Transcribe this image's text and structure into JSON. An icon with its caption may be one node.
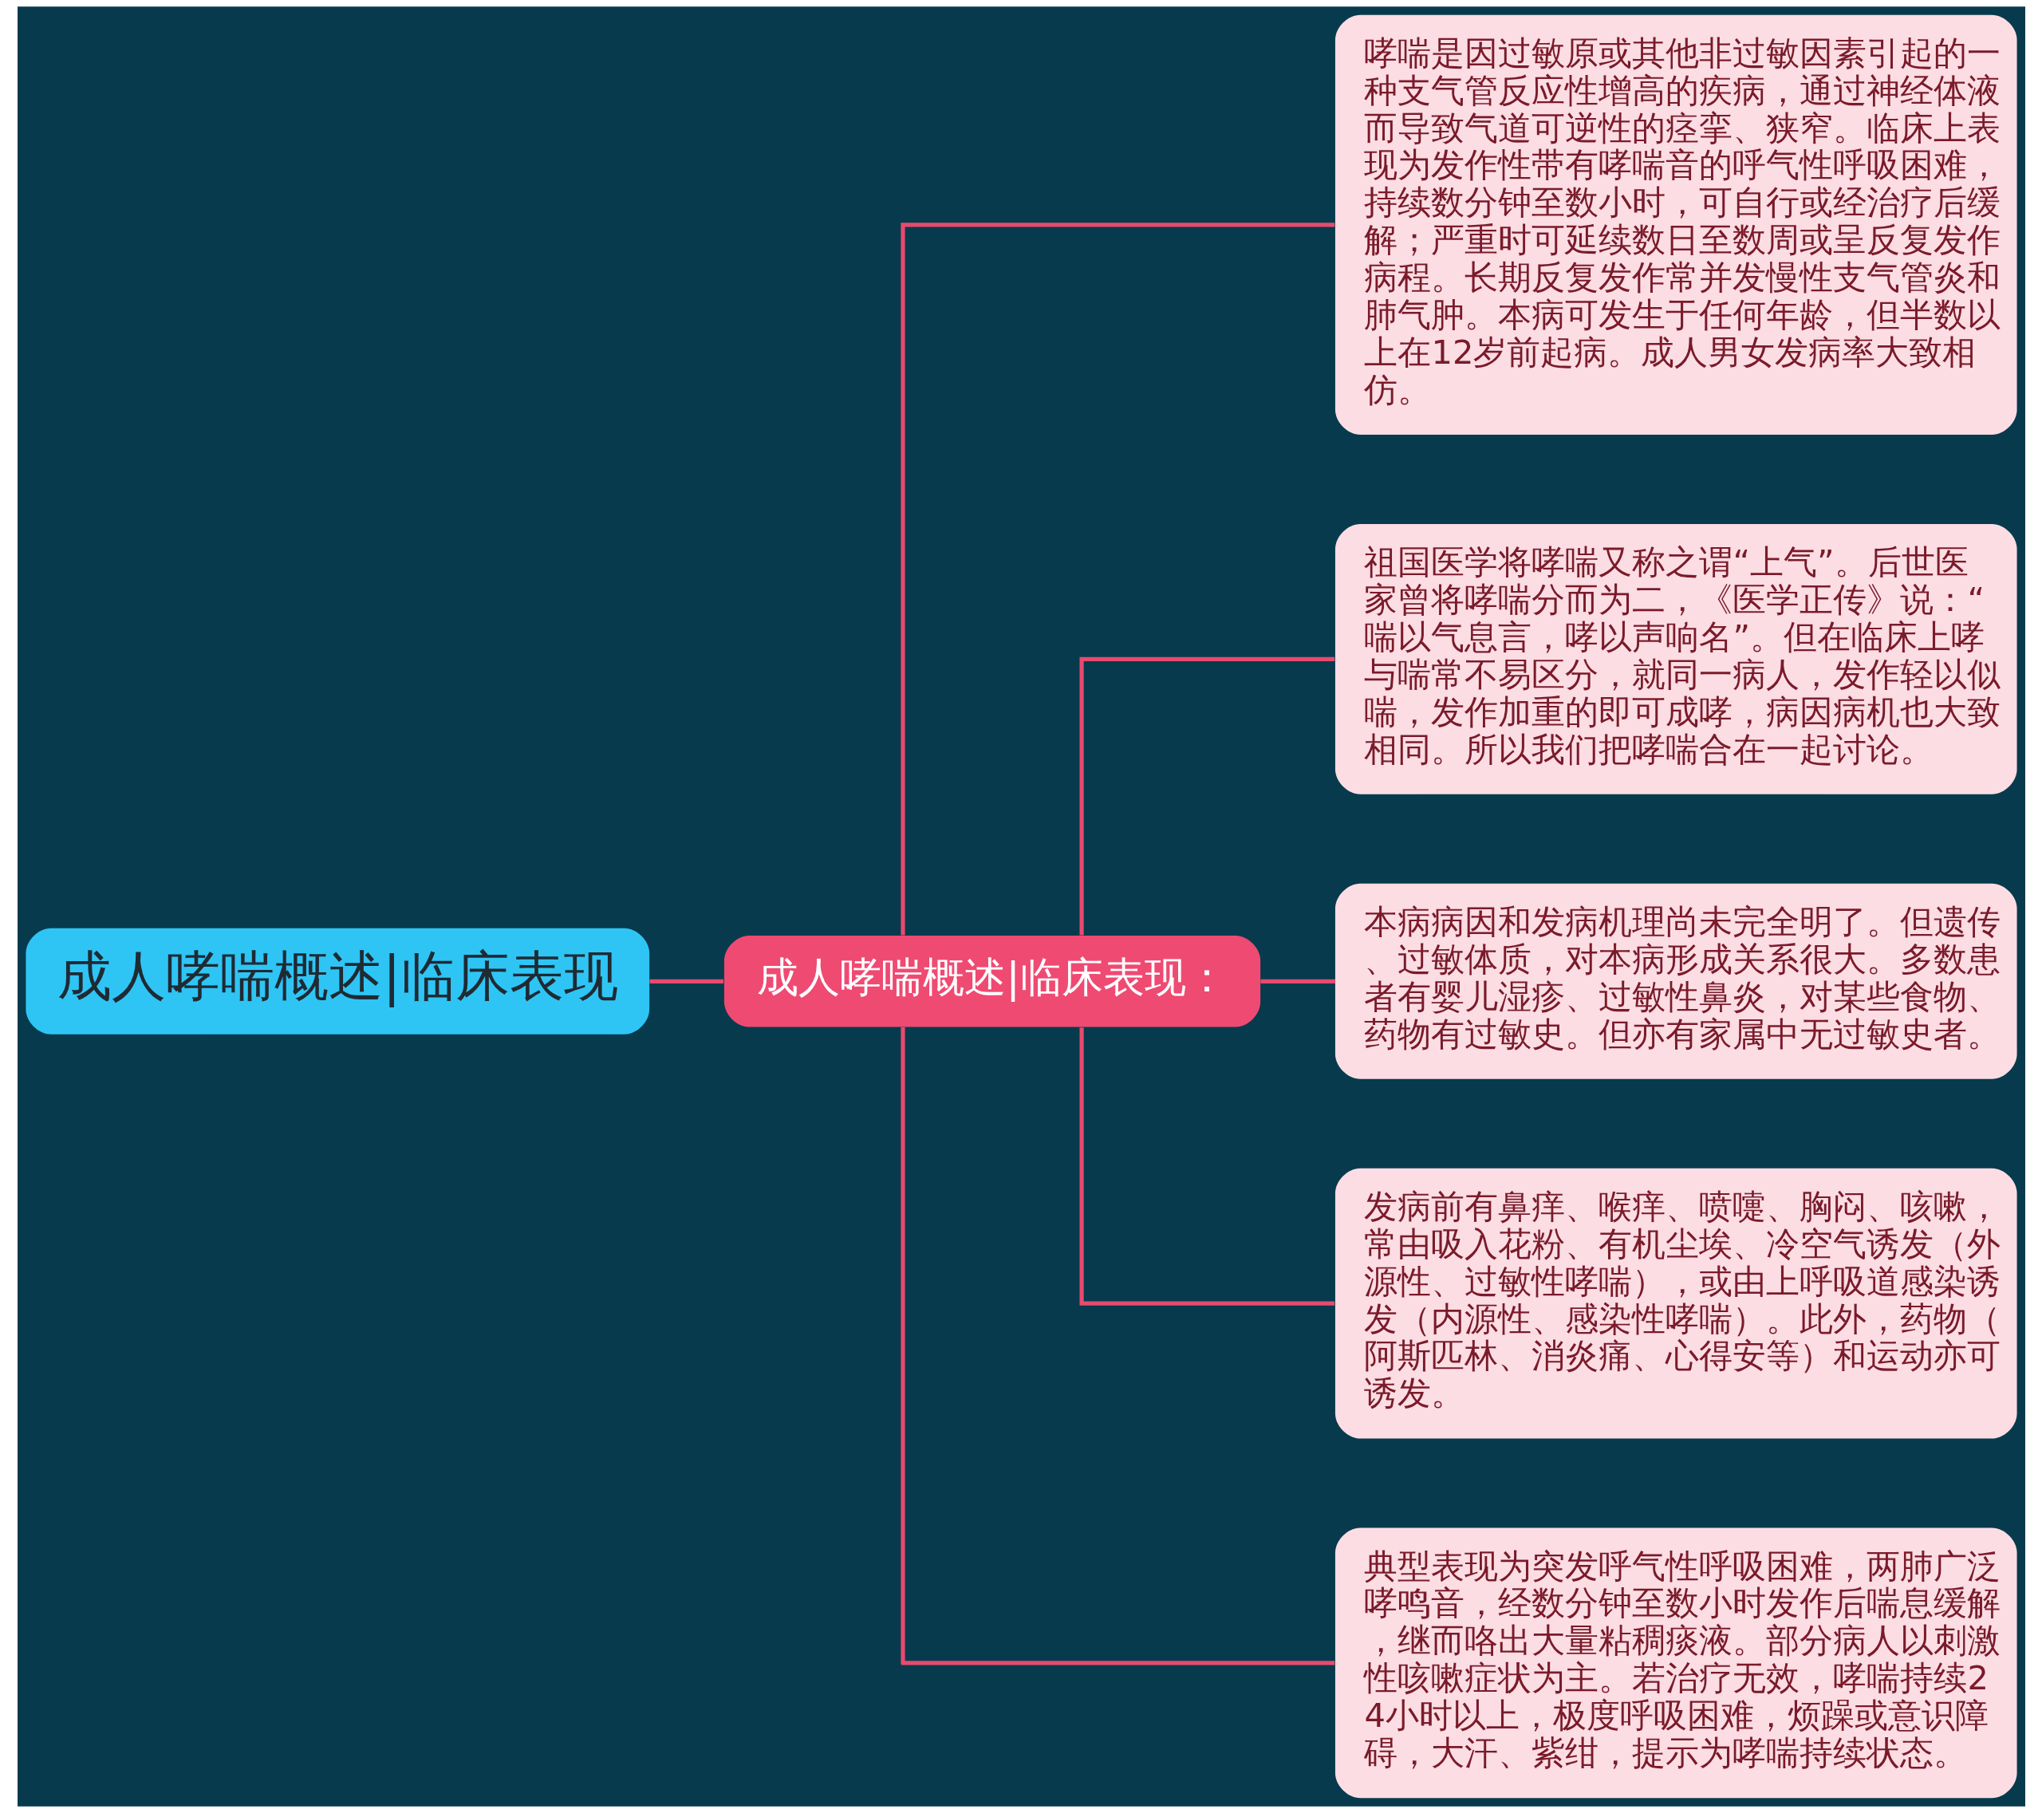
{
  "diagram": {
    "nodes": [
      {
        "text": [
          "成人哮喘概述|临床表现"
        ]
      },
      {
        "text": [
          "成人哮喘概述|临床表现："
        ]
      },
      {
        "text": [
          "哮喘是因过敏原或其他非过敏因素引起的一种支气管反应性增高的疾病，通过神经体液而导致气道可逆性的痉挛、狭窄。临床上表现为发作性带有哮喘音的呼气性呼吸困难，持续数分钟至数小时，可自行或经治疗后缓解；严重时可延续数日至数周或呈反复发作病程。长期反复发作常并发慢性支气管炎和肺气肿。本病可发生于任何年龄，但半数以上在12岁前起病。成人男女发病率大致相仿。"
        ]
      },
      {
        "text": [
          "祖国医学将哮喘又称之谓“上气”。后世医家曾将哮喘分而为二，《医学正传》说：“喘以气息言，哮以声响名”。但在临床上哮与喘常不易区分，就同一病人，发作轻以似喘，发作加重的即可成哮，病因病机也大致相同。所以我们把哮喘合在一起讨论。"
        ]
      },
      {
        "text": [
          "本病病因和发病机理尚未完全明了。但遗传、过敏体质，对本病形成关系很大。多数患者有婴儿湿疹、过敏性鼻炎，对某些食物、药物有过敏史。但亦有家属中无过敏史者。"
        ]
      },
      {
        "text": [
          "发病前有鼻痒、喉痒、喷嚏、胸闷、咳嗽，常由吸入花粉、有机尘埃、冷空气诱发（外源性、过敏性哮喘），或由上呼吸道感染诱发（内源性、感染性哮喘）。此外，药物（阿斯匹林、消炎痛、心得安等）和运动亦可诱发。"
        ]
      },
      {
        "text": [
          "典型表现为突发呼气性呼吸困难，两肺广泛哮鸣音，经数分钟至数小时发作后喘息缓解，继而咯出大量粘稠痰液。部分病人以刺激性咳嗽症状为主。若治疗无效，哮喘持续24小时以上，极度呼吸困难，烦躁或意识障碍，大汗、紫绀，提示为哮喘持续状态。"
        ]
      }
    ],
    "edges": [
      {
        "from": 0,
        "to": 1,
        "arrow": "none"
      },
      {
        "from": 1,
        "to": 2,
        "arrow": "none"
      },
      {
        "from": 1,
        "to": 3,
        "arrow": "none"
      },
      {
        "from": 1,
        "to": 4,
        "arrow": "none"
      },
      {
        "from": 1,
        "to": 5,
        "arrow": "none"
      },
      {
        "from": 1,
        "to": 6,
        "arrow": "none"
      }
    ]
  }
}
